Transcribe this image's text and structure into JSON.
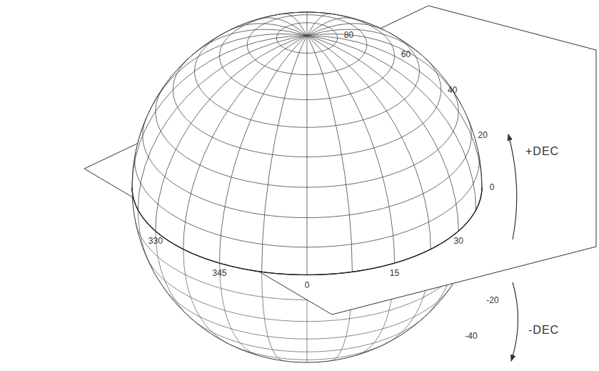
{
  "diagram": {
    "labels": [
      "80",
      "60",
      "40",
      "20",
      "0",
      "345",
      "330",
      "0",
      "15",
      "30",
      "-20",
      "-40",
      "+DEC",
      "-DEC"
    ]
  }
}
